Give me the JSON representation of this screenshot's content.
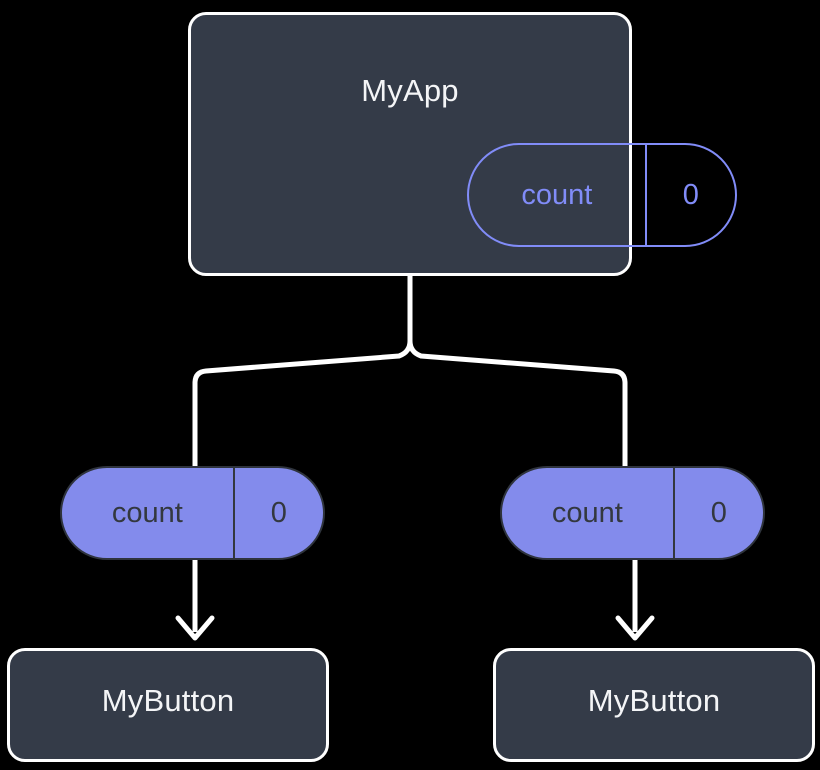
{
  "diagram": {
    "title": "MyApp component state propagation tree",
    "background_color": "#000000",
    "colors": {
      "box_fill": "#343b48",
      "box_border": "#ffffff",
      "box_text": "#f4f5f7",
      "pill_fill": "#838bec",
      "pill_stroke": "#818cf8",
      "pill_text_on_fill": "#33383f",
      "connector": "#ffffff"
    }
  },
  "root": {
    "id": "myapp",
    "label": "MyApp",
    "state": {
      "name": "count",
      "value": "0"
    }
  },
  "branches": [
    {
      "id": "left",
      "state": {
        "name": "count",
        "value": "0"
      },
      "child": {
        "id": "mybutton-left",
        "label": "MyButton"
      }
    },
    {
      "id": "right",
      "state": {
        "name": "count",
        "value": "0"
      },
      "child": {
        "id": "mybutton-right",
        "label": "MyButton"
      }
    }
  ]
}
